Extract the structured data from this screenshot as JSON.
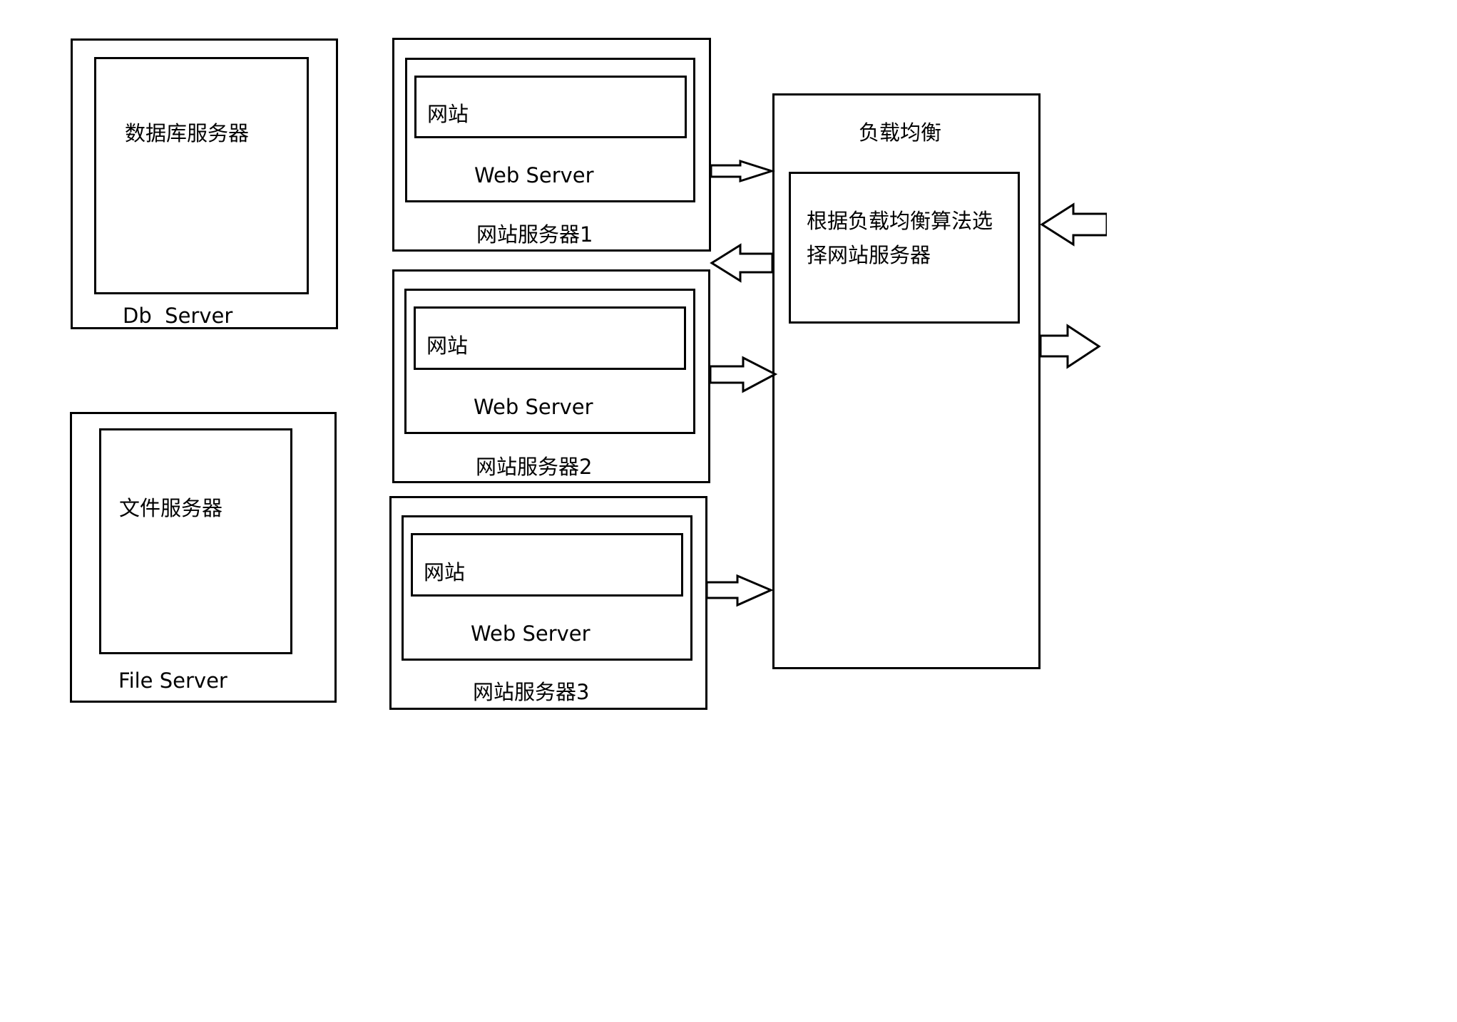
{
  "db_server": {
    "inner_label": "数据库服务器",
    "outer_label": "Db  Server"
  },
  "file_server": {
    "inner_label": "文件服务器",
    "outer_label": "File Server"
  },
  "web_servers": [
    {
      "site_label": "网站",
      "server_label": "Web Server",
      "name": "网站服务器1"
    },
    {
      "site_label": "网站",
      "server_label": "Web Server",
      "name": "网站服务器2"
    },
    {
      "site_label": "网站",
      "server_label": "Web Server",
      "name": "网站服务器3"
    }
  ],
  "load_balancer": {
    "title": "负载均衡",
    "algo_line1": "根据负载均衡算法选",
    "algo_line2": "择网站服务器"
  }
}
